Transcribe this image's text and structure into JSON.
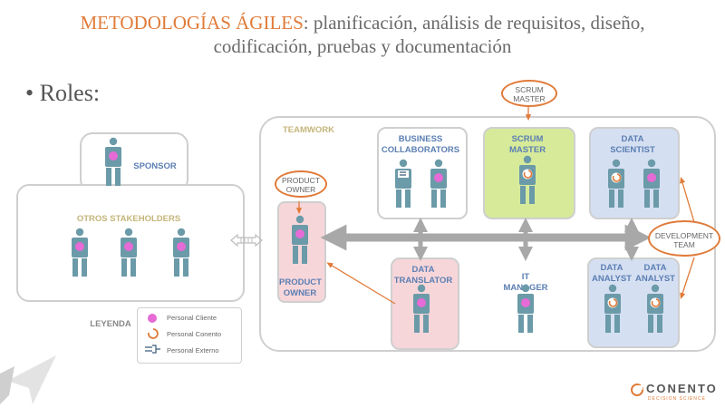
{
  "title": {
    "highlight": "METODOLOGÍAS ÁGILES",
    "line1_rest": ": planificación, análisis de requisitos, diseño,",
    "line2": "codificación, pruebas y documentación"
  },
  "bullet": "• Roles:",
  "boxes": {
    "sponsor": "SPONSOR",
    "otros": "OTROS STAKEHOLDERS",
    "teamwork": "TEAMWORK",
    "product_owner": "PRODUCT OWNER",
    "business_collaborators": "BUSINESS COLLABORATORS",
    "scrum_master": "SCRUM MASTER",
    "data_scientist": "DATA SCIENTIST",
    "data_translator": "DATA TRANSLATOR",
    "it_manager": "IT MANAGER",
    "data_analyst_1": "DATA ANALYST",
    "data_analyst_2": "DATA ANALYST"
  },
  "callouts": {
    "product_owner": "PRODUCT OWNER",
    "scrum_master": "SCRUM MASTER",
    "development_team": "DEVELOPMENT TEAM"
  },
  "legend": {
    "title": "LEYENDA",
    "items": [
      "Personal Cliente",
      "Personal Conento",
      "Personal Externo"
    ]
  },
  "logo": {
    "name": "CONENTO",
    "tagline": "DECISION SCIENCE"
  },
  "colors": {
    "accent": "#e07b39",
    "person": "#6b9aa8",
    "client_dot": "#e66bd6",
    "label_blue": "#5b7fb3",
    "label_gold": "#c4b57a",
    "arrow_gray": "#a8a8a8",
    "scrum_fill": "#d6ea9a",
    "pink_fill": "#f7d6da",
    "blue_fill": "#d5dff2"
  }
}
